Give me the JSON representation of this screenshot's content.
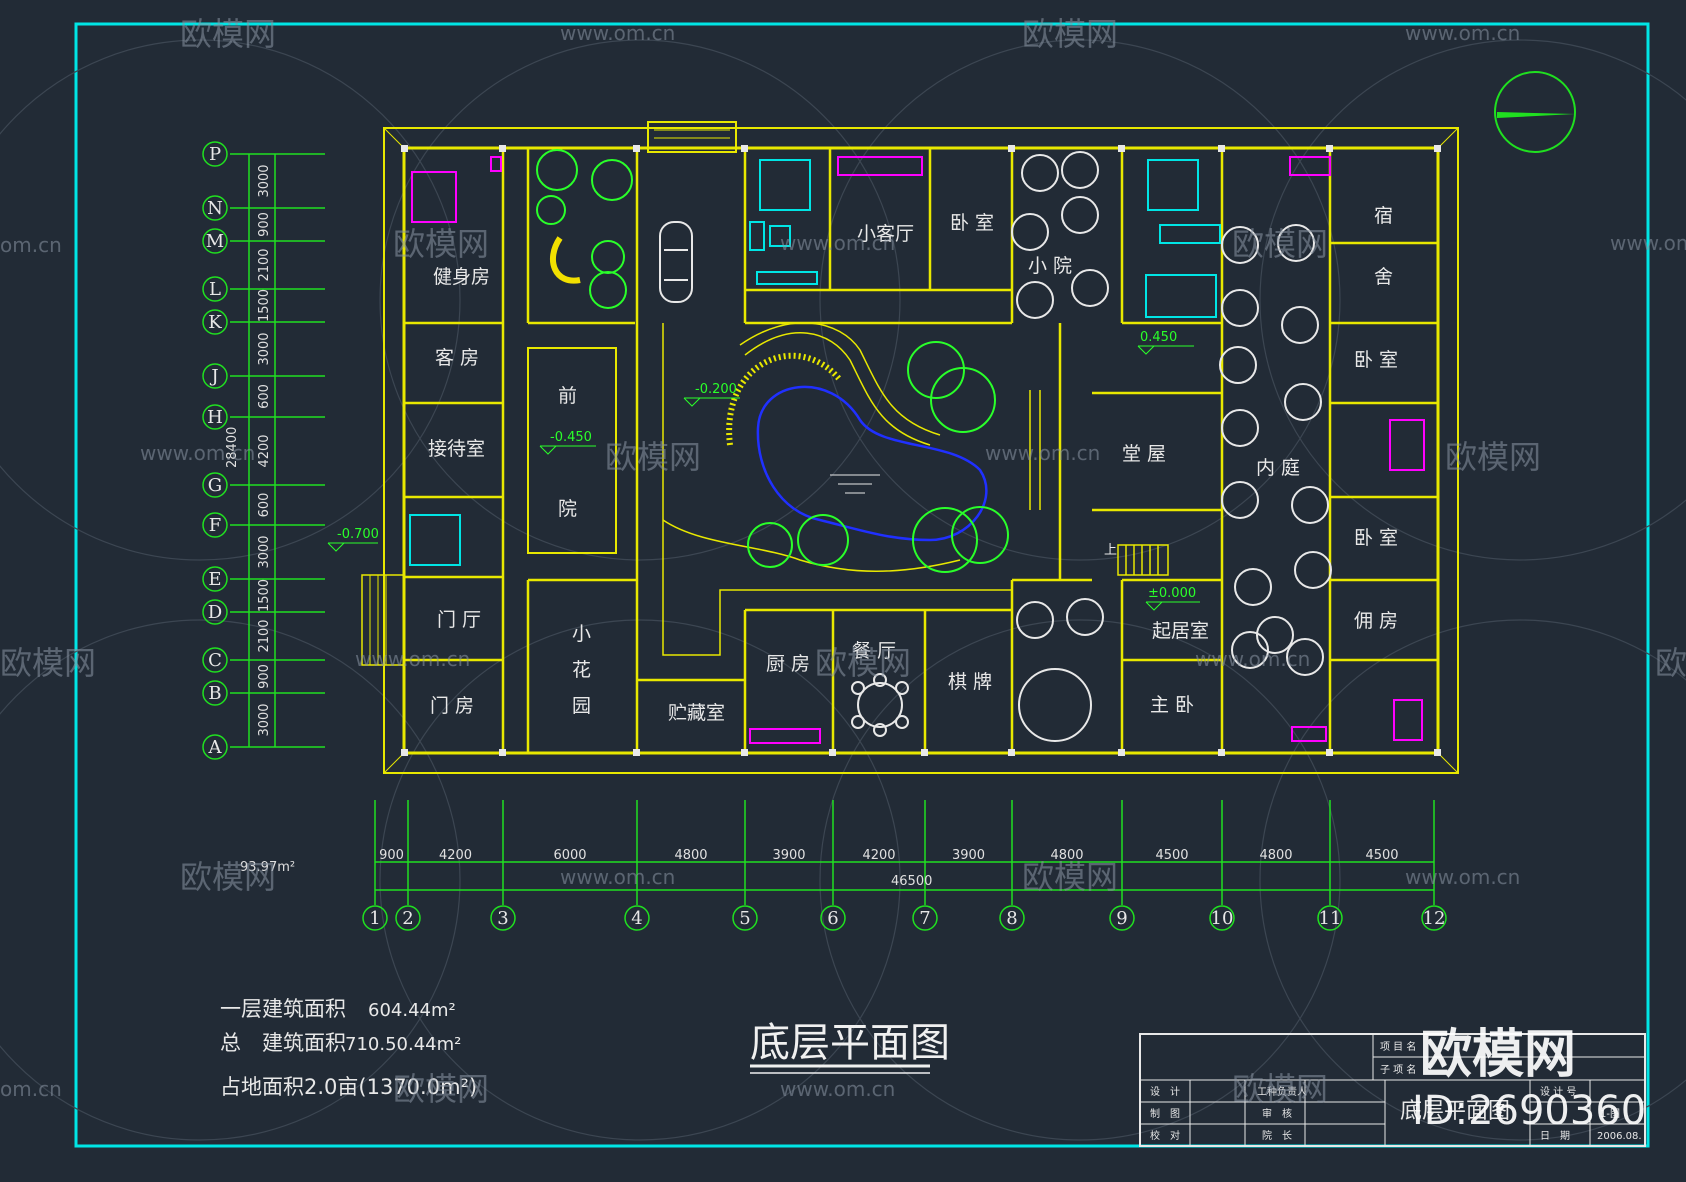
{
  "title": "底层平面图",
  "rooms": {
    "gym": "健身房",
    "guest_room": "客 房",
    "reception": "接待室",
    "entry_hall": "门 厅",
    "gatehouse": "门 房",
    "front_yard_a": "前",
    "front_yard_b": "院",
    "small_garden_a": "小",
    "small_garden_b": "花",
    "small_garden_c": "园",
    "storage": "贮藏室",
    "kitchen": "厨 房",
    "dining": "餐 厅",
    "chess": "棋 牌",
    "small_living": "小客厅",
    "bedroom_top": "卧 室",
    "small_yard": "小 院",
    "main_hall": "堂 屋",
    "living": "起居室",
    "master_bed": "主 卧",
    "inner_court": "内 庭",
    "dorm_a": "宿",
    "dorm_b": "舍",
    "bedroom_r1": "卧 室",
    "bedroom_r2": "卧 室",
    "servant": "佣 房",
    "stair_up": "上"
  },
  "levels": [
    "-0.200",
    "-0.450",
    "-0.700",
    "0.450",
    "±0.000"
  ],
  "row_axes": [
    "P",
    "N",
    "M",
    "L",
    "K",
    "J",
    "H",
    "G",
    "F",
    "E",
    "D",
    "C",
    "B",
    "A"
  ],
  "row_dims": [
    "3000",
    "900",
    "2100",
    "1500",
    "3000",
    "600",
    "4200",
    "600",
    "3000",
    "1500",
    "2100",
    "900",
    "3000"
  ],
  "row_total": "28400",
  "col_axes": [
    "1",
    "2",
    "3",
    "4",
    "5",
    "6",
    "7",
    "8",
    "9",
    "10",
    "11",
    "12"
  ],
  "col_dims": [
    "900",
    "4200",
    "6000",
    "4800",
    "3900",
    "4200",
    "3900",
    "4800",
    "4500",
    "4800",
    "4500"
  ],
  "col_total": "46500",
  "small_area": "93.97m²",
  "notes": {
    "floor_area_label": "一层建筑面积",
    "floor_area_value": "604.44m²",
    "total_area_label": "总　建筑面积",
    "total_area_value": "710.50.44m²",
    "site_area": "占地面积2.0亩(1370.0m²)"
  },
  "title_block": {
    "project": "项 目 名",
    "subproject": "子 项 名",
    "design": "设　计",
    "draw": "制　图",
    "check": "校　对",
    "owner": "工种负责人",
    "review": "审　核",
    "chief": "院　长",
    "drawing_no": "设 计 号",
    "date_label": "日　期",
    "date": "2006.08.",
    "drawing_name": "底层平面图",
    "scale_no": "1-图"
  },
  "watermarks": {
    "brand": "欧模网",
    "url": "www.om.cn",
    "url_short": "om.cn",
    "big_brand": "欧模网",
    "id": "ID:2690360"
  },
  "colors": {
    "background": "#222b36",
    "frame": "#00e5e5",
    "wall": "#e8e800",
    "axis": "#20e020",
    "dim": "#e0e0e0",
    "magenta": "#ff00ff",
    "pond": "#2030ff"
  }
}
